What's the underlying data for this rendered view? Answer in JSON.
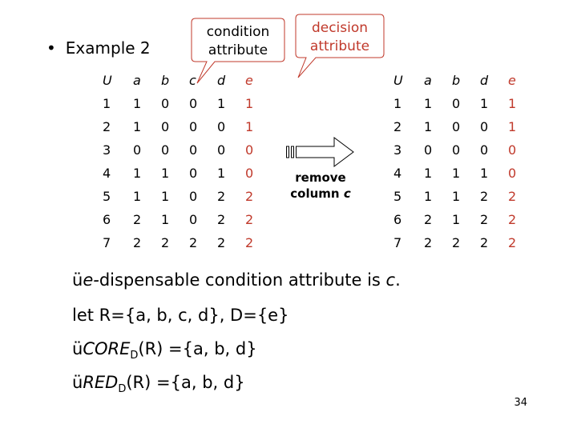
{
  "slide": {
    "title": "Example 2",
    "callout_condition_line1": "condition",
    "callout_condition_line2": "attribute",
    "callout_decision_line1": "decision",
    "callout_decision_line2": "attribute",
    "remove_line1": "remove",
    "remove_column_word": "column",
    "remove_column_letter": "c",
    "check_glyph": "ü",
    "line1_prefix": "e-",
    "line1_text": "dispensable condition attribute is ",
    "line1_c": "c",
    "line1_end": ".",
    "line2": "let R={a, b, c, d}, D={e}",
    "core_label": "CORE",
    "core_sub": "D",
    "core_rest": "(R) ={a, b, d}",
    "red_label": "RED",
    "red_sub": "D",
    "red_rest": "(R) ={a, b, d}",
    "page_number": "34",
    "colors": {
      "decision": "#c0392b",
      "callout_border": "#c0392b",
      "text": "#000000"
    },
    "icons": [
      "bullet-icon",
      "right-arrow-icon",
      "checkmark-icon"
    ]
  },
  "left_table": {
    "headers": [
      "U",
      "a",
      "b",
      "c",
      "d",
      "e"
    ],
    "rows": [
      [
        "1",
        "1",
        "0",
        "0",
        "1",
        "1"
      ],
      [
        "2",
        "1",
        "0",
        "0",
        "0",
        "1"
      ],
      [
        "3",
        "0",
        "0",
        "0",
        "0",
        "0"
      ],
      [
        "4",
        "1",
        "1",
        "0",
        "1",
        "0"
      ],
      [
        "5",
        "1",
        "1",
        "0",
        "2",
        "2"
      ],
      [
        "6",
        "2",
        "1",
        "0",
        "2",
        "2"
      ],
      [
        "7",
        "2",
        "2",
        "2",
        "2",
        "2"
      ]
    ]
  },
  "right_table": {
    "headers": [
      "U",
      "a",
      "b",
      "d",
      "e"
    ],
    "rows": [
      [
        "1",
        "1",
        "0",
        "1",
        "1"
      ],
      [
        "2",
        "1",
        "0",
        "0",
        "1"
      ],
      [
        "3",
        "0",
        "0",
        "0",
        "0"
      ],
      [
        "4",
        "1",
        "1",
        "1",
        "0"
      ],
      [
        "5",
        "1",
        "1",
        "2",
        "2"
      ],
      [
        "6",
        "2",
        "1",
        "2",
        "2"
      ],
      [
        "7",
        "2",
        "2",
        "2",
        "2"
      ]
    ]
  }
}
